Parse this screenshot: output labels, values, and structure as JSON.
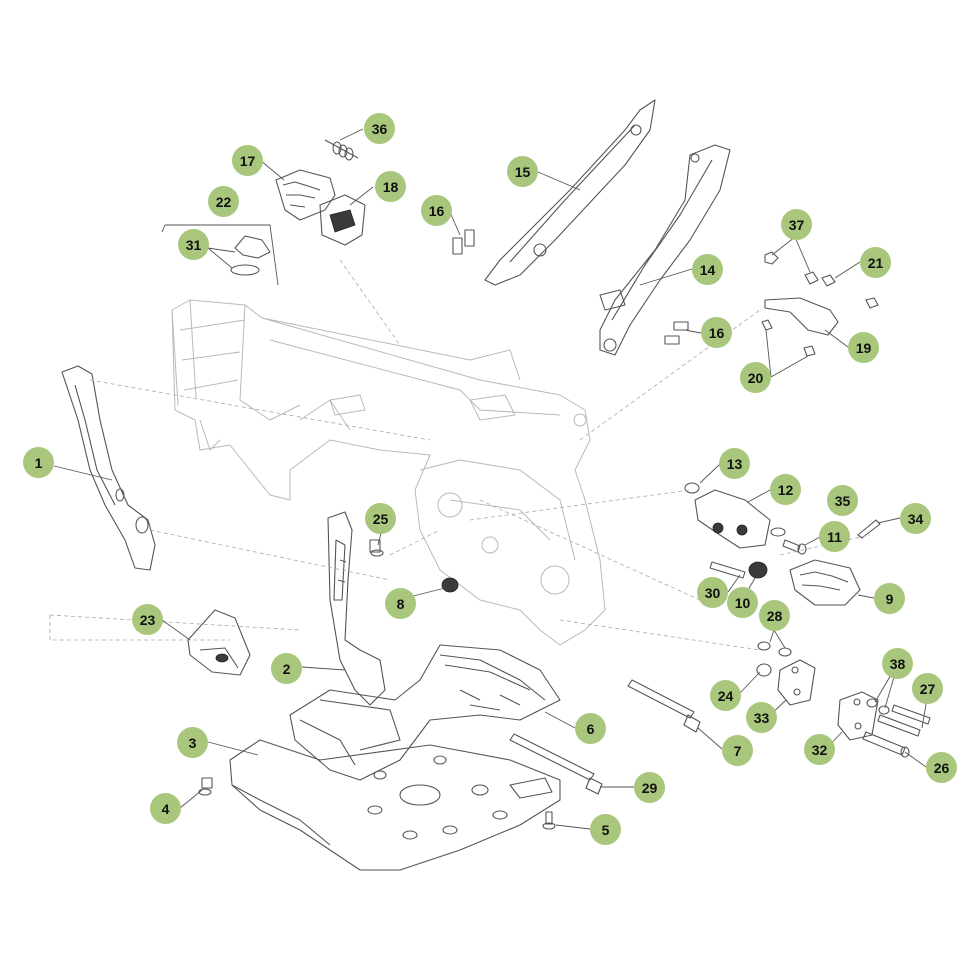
{
  "diagram": {
    "label_color": "#a9c77c",
    "labels": [
      {
        "id": "1",
        "text": "1"
      },
      {
        "id": "2",
        "text": "2"
      },
      {
        "id": "3",
        "text": "3"
      },
      {
        "id": "4",
        "text": "4"
      },
      {
        "id": "5",
        "text": "5"
      },
      {
        "id": "6",
        "text": "6"
      },
      {
        "id": "7",
        "text": "7"
      },
      {
        "id": "8",
        "text": "8"
      },
      {
        "id": "9",
        "text": "9"
      },
      {
        "id": "10",
        "text": "10"
      },
      {
        "id": "11",
        "text": "11"
      },
      {
        "id": "12",
        "text": "12"
      },
      {
        "id": "13",
        "text": "13"
      },
      {
        "id": "14",
        "text": "14"
      },
      {
        "id": "15",
        "text": "15"
      },
      {
        "id": "16a",
        "text": "16"
      },
      {
        "id": "16b",
        "text": "16"
      },
      {
        "id": "17",
        "text": "17"
      },
      {
        "id": "18",
        "text": "18"
      },
      {
        "id": "19",
        "text": "19"
      },
      {
        "id": "20",
        "text": "20"
      },
      {
        "id": "21",
        "text": "21"
      },
      {
        "id": "22",
        "text": "22"
      },
      {
        "id": "23",
        "text": "23"
      },
      {
        "id": "24",
        "text": "24"
      },
      {
        "id": "25",
        "text": "25"
      },
      {
        "id": "26",
        "text": "26"
      },
      {
        "id": "27",
        "text": "27"
      },
      {
        "id": "28",
        "text": "28"
      },
      {
        "id": "29",
        "text": "29"
      },
      {
        "id": "30",
        "text": "30"
      },
      {
        "id": "31",
        "text": "31"
      },
      {
        "id": "32",
        "text": "32"
      },
      {
        "id": "33",
        "text": "33"
      },
      {
        "id": "34",
        "text": "34"
      },
      {
        "id": "35",
        "text": "35"
      },
      {
        "id": "36",
        "text": "36"
      },
      {
        "id": "37",
        "text": "37"
      },
      {
        "id": "38",
        "text": "38"
      }
    ]
  }
}
